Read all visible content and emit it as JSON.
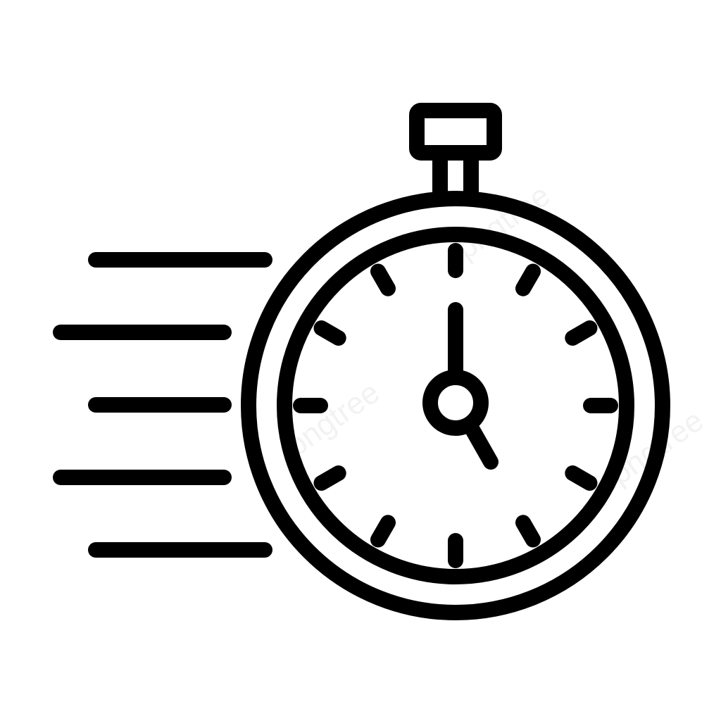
{
  "icon": {
    "name": "fast-stopwatch-icon",
    "stroke_color": "#000000",
    "background_color": "#ffffff"
  },
  "stopwatch": {
    "tick_marks": 12,
    "hands": {
      "minute_hand": "12",
      "hour_hand": "5"
    }
  },
  "speed_lines": {
    "count": 5
  },
  "watermark": {
    "text": "pngtree"
  }
}
